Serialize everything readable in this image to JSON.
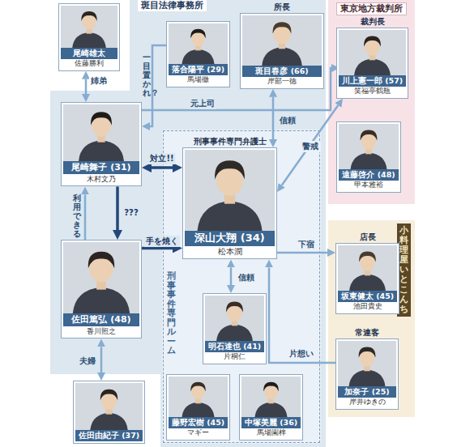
{
  "diagram": {
    "nodes": [
      {
        "text": [
          "尾崎雄太",
          "佐藤勝利"
        ]
      },
      {
        "text": [
          "斑目法律事務所"
        ]
      },
      {
        "text": [
          "落合陽平 (29)",
          "馬場徹"
        ],
        "in": 1
      },
      {
        "text": [
          "所長",
          "斑目春彦 (66)",
          "岸部一徳"
        ],
        "in": 1
      },
      {
        "text": [
          "東京地方裁判所"
        ]
      },
      {
        "text": [
          "裁判長",
          "川上憲一郎 (57)",
          "笑福亭鶴瓶"
        ],
        "in": 4
      },
      {
        "text": [
          "遠藤啓介 (48)",
          "甲本雅裕"
        ],
        "in": 4
      },
      {
        "text": [
          "尾崎舞子 (31)",
          "木村文乃"
        ],
        "in": 1
      },
      {
        "text": [
          "刑事事件専門ルーム"
        ],
        "in": 1
      },
      {
        "text": [
          "刑事事件専門弁護士",
          "深山大翔 (34)",
          "松本潤"
        ],
        "in": 8
      },
      {
        "text": [
          "佐田篤弘 (48)",
          "香川照之"
        ],
        "in": 1
      },
      {
        "text": [
          "明石達也 (41)",
          "片桐仁"
        ],
        "in": 8
      },
      {
        "text": [
          "小料理屋いとこんち"
        ]
      },
      {
        "text": [
          "店長",
          "坂東健太 (45)",
          "池田貴史"
        ],
        "in": 12
      },
      {
        "text": [
          "常連客",
          "加奈子 (25)",
          "岸井ゆきの"
        ],
        "in": 12
      },
      {
        "text": [
          "佐田由紀子 (37)"
        ]
      },
      {
        "text": [
          "藤野宏樹 (45)",
          "マギー"
        ],
        "in": 8
      },
      {
        "text": [
          "中塚美麗 (36)",
          "馬場園梓"
        ],
        "in": 8
      }
    ],
    "edges": [
      {
        "from": 0,
        "to": 7,
        "label": "姉弟",
        "arrow": "both"
      },
      {
        "from": 2,
        "to": 7,
        "label": "一目置かれ？",
        "arrow": "to"
      },
      {
        "from": 7,
        "to": 5,
        "label": "元上司",
        "arrow": "to"
      },
      {
        "from": 3,
        "to": 9,
        "label": "信頼",
        "arrow": "both"
      },
      {
        "from": 7,
        "to": 9,
        "label": "対立!!",
        "arrow": "both"
      },
      {
        "from": 9,
        "to": 5,
        "label": "警戒",
        "arrow": "both"
      },
      {
        "from": 10,
        "to": 7,
        "label": "利用できる",
        "arrow": "to"
      },
      {
        "from": 7,
        "to": 10,
        "label": "???",
        "arrow": "to"
      },
      {
        "from": 10,
        "to": 9,
        "label": "手を焼く",
        "arrow": "to"
      },
      {
        "from": 9,
        "to": 13,
        "label": "下宿",
        "arrow": "to"
      },
      {
        "from": 14,
        "to": 9,
        "label": "片想い",
        "arrow": "to"
      },
      {
        "from": 9,
        "to": 11,
        "label": "信頼",
        "arrow": "both"
      },
      {
        "from": 10,
        "to": 15,
        "label": "夫婦",
        "arrow": "both"
      }
    ]
  }
}
